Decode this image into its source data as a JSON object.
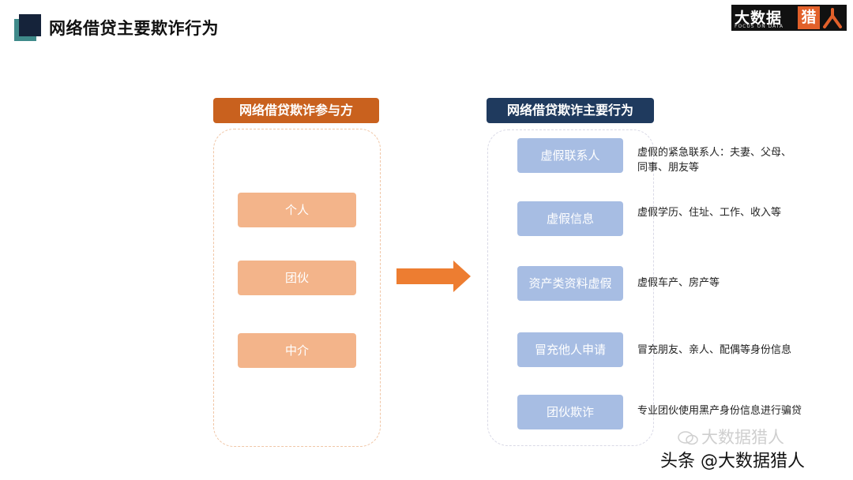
{
  "header": {
    "title": "网络借贷主要欺诈行为",
    "logo_main": "大数据",
    "logo_accent": "猎",
    "logo_sub": "FOCUS ON DATA"
  },
  "left": {
    "title": "网络借贷欺诈参与方",
    "items": [
      "个人",
      "团伙",
      "中介"
    ]
  },
  "right": {
    "title": "网络借贷欺诈主要行为",
    "items": [
      {
        "label": "虚假联系人",
        "desc_lines": [
          "虚假的紧急联系人：夫妻、父母、",
          "同事、朋友等"
        ]
      },
      {
        "label": "虚假信息",
        "desc_lines": [
          "虚假学历、住址、工作、收入等"
        ]
      },
      {
        "label": "资产类资料虚假",
        "desc_lines": [
          "虚假车产、房产等"
        ]
      },
      {
        "label": "冒充他人申请",
        "desc_lines": [
          "冒充朋友、亲人、配偶等身份信息"
        ]
      },
      {
        "label": "团伙欺诈",
        "desc_lines": [
          "专业团伙使用黑产身份信息进行骗贷"
        ]
      }
    ]
  },
  "watermarks": {
    "mid": "大数据猎人",
    "bottom": "头条 @大数据猎人"
  },
  "colors": {
    "left_header": "#c9611e",
    "right_header": "#1f3a5e",
    "orange_pill": "#f3b48a",
    "blue_pill": "#a7bde3",
    "arrow": "#ed7d31"
  }
}
